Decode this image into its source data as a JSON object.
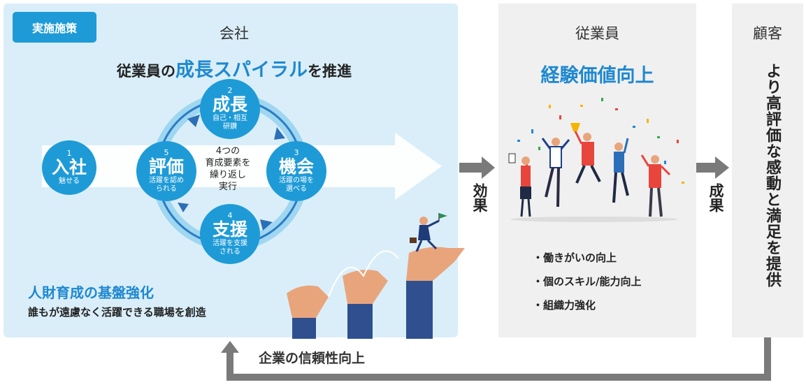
{
  "company": {
    "badge": "実施施策",
    "title": "会社",
    "headline_pre": "従業員の",
    "headline_highlight": "成長スパイラル",
    "headline_post": "を推進"
  },
  "cycle": {
    "entry": {
      "num": "1",
      "title": "入社",
      "sub": "魅せる"
    },
    "growth": {
      "num": "2",
      "title": "成長",
      "sub1": "自己・相互",
      "sub2": "研鑽"
    },
    "opportunity": {
      "num": "3",
      "title": "機会",
      "sub1": "活躍の場を",
      "sub2": "選べる"
    },
    "support": {
      "num": "4",
      "title": "支援",
      "sub1": "活躍を支援",
      "sub2": "される"
    },
    "evaluation": {
      "num": "5",
      "title": "評価",
      "sub1": "活躍を認め",
      "sub2": "られる"
    },
    "center": [
      "4つの",
      "育成要素を",
      "繰り返し",
      "実行"
    ]
  },
  "foundation": {
    "title": "人財育成の基盤強化",
    "desc": "誰もが遠慮なく活躍できる職場を創造"
  },
  "employee": {
    "title": "従業員",
    "headline": "経験価値向上",
    "benefits": [
      "・働きがいの向上",
      "・個のスキル/能力向上",
      "・組織力強化"
    ]
  },
  "customer": {
    "title": "顧客",
    "vertical": "より高評価な感動と満足を提供"
  },
  "flow": {
    "effect": "効果",
    "result": "成果",
    "trust": "企業の信頼性向上"
  },
  "colors": {
    "accent": "#1e9bd7",
    "panel_company": "#daeef9",
    "panel_gray": "#f0f0f0",
    "arrow_gray": "#7a7a7a"
  }
}
